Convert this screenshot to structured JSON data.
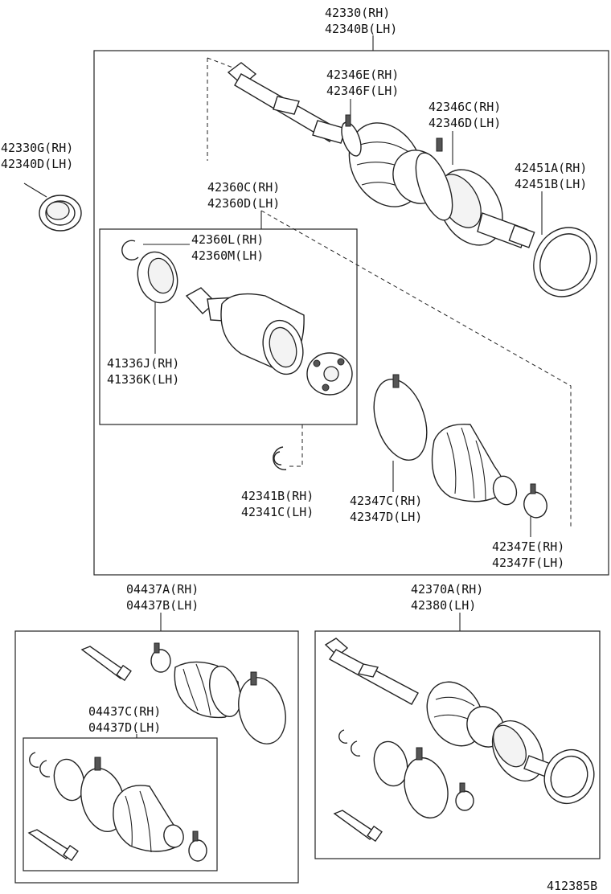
{
  "labels": {
    "shaft_assy": [
      "42330(RH)",
      "42340B(LH)"
    ],
    "boot_clamp_small": [
      "42346E(RH)",
      "42346F(LH)"
    ],
    "boot_clamp_large": [
      "42346C(RH)",
      "42346D(LH)"
    ],
    "dust_seal": [
      "42330G(RH)",
      "42340D(LH)"
    ],
    "deflector": [
      "42451A(RH)",
      "42451B(LH)"
    ],
    "inboard_joint": [
      "42360C(RH)",
      "42360D(LH)"
    ],
    "snap_ring": [
      "42360L(RH)",
      "42360M(LH)"
    ],
    "inboard_seal": [
      "41336J(RH)",
      "41336K(LH)"
    ],
    "retainer": [
      "42341B(RH)",
      "42341C(LH)"
    ],
    "inboard_boot_clamp_large": [
      "42347C(RH)",
      "42347D(LH)"
    ],
    "inboard_boot_clamp_small": [
      "42347E(RH)",
      "42347F(LH)"
    ],
    "boot_kit_outboard": [
      "04437A(RH)",
      "04437B(LH)"
    ],
    "boot_kit_inboard": [
      "04437C(RH)",
      "04437D(LH)"
    ],
    "complete_shaft": [
      "42370A(RH)",
      "42380(LH)"
    ]
  },
  "diagram_id": "412385B"
}
